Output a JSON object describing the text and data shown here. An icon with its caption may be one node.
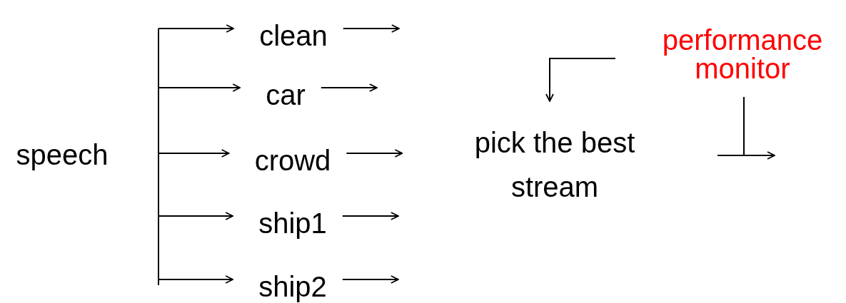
{
  "diagram": {
    "nodes": [
      {
        "text": [
          "speech"
        ]
      },
      {
        "text": [
          "clean"
        ]
      },
      {
        "text": [
          "car"
        ]
      },
      {
        "text": [
          "crowd"
        ]
      },
      {
        "text": [
          "ship1"
        ]
      },
      {
        "text": [
          "ship2"
        ]
      },
      {
        "text": [
          "pick the best stream"
        ]
      },
      {
        "text": [
          "performance monitor"
        ]
      }
    ],
    "edges": [
      {
        "from": null,
        "to": 1,
        "arrow": "to"
      },
      {
        "from": null,
        "to": 2,
        "arrow": "to"
      },
      {
        "from": null,
        "to": 3,
        "arrow": "to"
      },
      {
        "from": null,
        "to": 4,
        "arrow": "to"
      },
      {
        "from": null,
        "to": 5,
        "arrow": "to"
      },
      {
        "from": 1,
        "to": null,
        "arrow": "to"
      },
      {
        "from": 2,
        "to": null,
        "arrow": "to"
      },
      {
        "from": 3,
        "to": null,
        "arrow": "to"
      },
      {
        "from": 4,
        "to": null,
        "arrow": "to"
      },
      {
        "from": 5,
        "to": null,
        "arrow": "to"
      },
      {
        "from": 7,
        "to": 6,
        "arrow": "to"
      },
      {
        "from": 7,
        "to": null,
        "arrow": "to"
      }
    ]
  }
}
